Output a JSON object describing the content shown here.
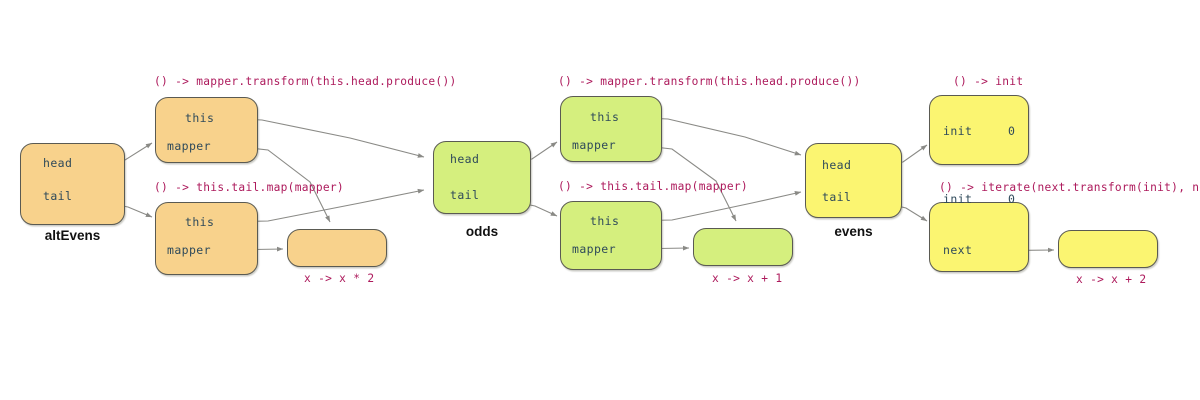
{
  "diagram": {
    "title_colors": {
      "orange_fill": "#f8d28c",
      "green_fill": "#d5ef7e",
      "yellow_fill": "#fbf571",
      "node_border": "#5a5a52",
      "slot_text": "#2f4a5a",
      "lambda_text": "#ad1a5c",
      "edge_stroke": "#8a8a86",
      "caption_text": "#111111"
    },
    "groups": [
      {
        "id": "alt-evens",
        "color": "orange",
        "caption": "altEvens",
        "root_slots": [
          "head",
          "tail"
        ],
        "head_lambda": "() -> mapper.transform(this.head.produce())",
        "head_slots": [
          "this",
          "mapper"
        ],
        "tail_lambda": "() -> this.tail.map(mapper)",
        "tail_slots": [
          "this",
          "mapper"
        ],
        "leaf_lambda": "x -> x * 2"
      },
      {
        "id": "odds",
        "color": "green",
        "caption": "odds",
        "root_slots": [
          "head",
          "tail"
        ],
        "head_lambda": "() -> mapper.transform(this.head.produce())",
        "head_slots": [
          "this",
          "mapper"
        ],
        "tail_lambda": "() -> this.tail.map(mapper)",
        "tail_slots": [
          "this",
          "mapper"
        ],
        "leaf_lambda": "x -> x + 1"
      },
      {
        "id": "evens",
        "color": "yellow",
        "caption": "evens",
        "root_slots": [
          "head",
          "tail"
        ],
        "head_lambda": "() -> init",
        "head_slots": [
          "init"
        ],
        "head_values": [
          "0"
        ],
        "tail_lambda": "() -> iterate(next.transform(init), next)",
        "tail_slots": [
          "init",
          "next"
        ],
        "tail_values": [
          "0"
        ],
        "leaf_lambda": "x -> x + 2"
      }
    ]
  }
}
